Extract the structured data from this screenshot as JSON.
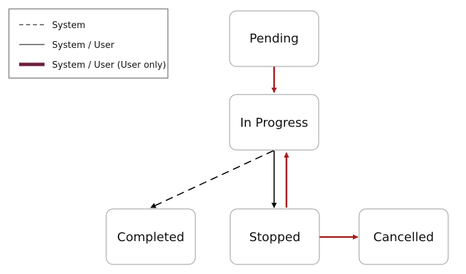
{
  "legend": {
    "items": [
      {
        "label": "System",
        "line_style": "dashed",
        "color": "#000000"
      },
      {
        "label": "System / User",
        "line_style": "thin-solid",
        "color": "#000000"
      },
      {
        "label": "System / User (User only)",
        "line_style": "thick-solid",
        "color": "#6E1E3E"
      }
    ]
  },
  "states": {
    "pending": "Pending",
    "in_progress": "In Progress",
    "completed": "Completed",
    "stopped": "Stopped",
    "cancelled": "Cancelled"
  },
  "transitions": [
    {
      "from": "Pending",
      "to": "In Progress",
      "style": "solid",
      "color": "#A31E1E"
    },
    {
      "from": "In Progress",
      "to": "Completed",
      "style": "dashed",
      "color": "#000000"
    },
    {
      "from": "In Progress",
      "to": "Stopped",
      "style": "solid",
      "color": "#000000"
    },
    {
      "from": "Stopped",
      "to": "In Progress",
      "style": "solid",
      "color": "#A31E1E"
    },
    {
      "from": "Stopped",
      "to": "Cancelled",
      "style": "solid",
      "color": "#A31E1E"
    }
  ],
  "colors": {
    "user_arrow": "#A31E1E",
    "legend_thick": "#6E1E3E",
    "box_border": "#9A9A9A"
  }
}
